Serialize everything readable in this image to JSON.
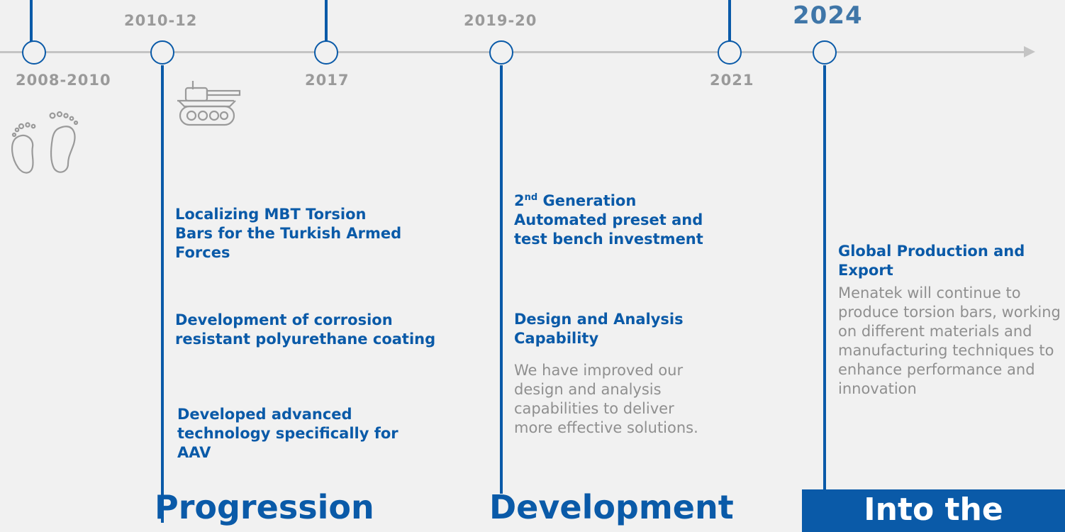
{
  "timeline": {
    "years": {
      "y2008": "2008-2010",
      "y2010": "2010-12",
      "y2017": "2017",
      "y2019": "2019-20",
      "y2021": "2021",
      "y2024": "2024"
    }
  },
  "progression": {
    "items": [
      {
        "title": "Localizing MBT Torsion Bars for the Turkish Armed Forces"
      },
      {
        "title": "Development of corrosion resistant polyurethane coating"
      },
      {
        "title": "Developed advanced technology specifically for AAV"
      }
    ],
    "heading": "Progression"
  },
  "development": {
    "item1": {
      "ordinal": "2",
      "ordinal_suffix": "nd",
      "rest": " Generation",
      "line2": "Automated preset and",
      "line3": "test bench investment"
    },
    "item2": {
      "title": "Design and Analysis Capability",
      "body": "We have improved our design and analysis capabilities to deliver more effective solutions."
    },
    "heading": "Development"
  },
  "future": {
    "title": "Global Production and Export",
    "body": "Menatek will continue to produce torsion bars, working on different materials and manufacturing techniques to enhance performance and innovation",
    "heading": "Into the"
  },
  "colors": {
    "accent": "#0a5aa8",
    "axis": "#c4c4c4",
    "year_gray": "#9a9a9a",
    "year_2024": "#3f76a8",
    "body_gray": "#8f8f8f",
    "background": "#f1f1f1"
  },
  "icons": [
    "baby-footprints-icon",
    "tank-icon"
  ]
}
